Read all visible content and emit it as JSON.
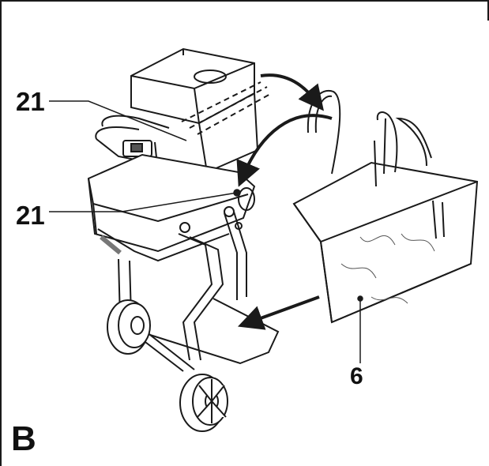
{
  "figure": {
    "letter": "B",
    "callouts": {
      "upper_part": "21",
      "lower_part": "21",
      "bag": "6"
    }
  },
  "colors": {
    "line": "#1a1a1a",
    "background": "#ffffff",
    "shade": "#9a9a9a"
  }
}
